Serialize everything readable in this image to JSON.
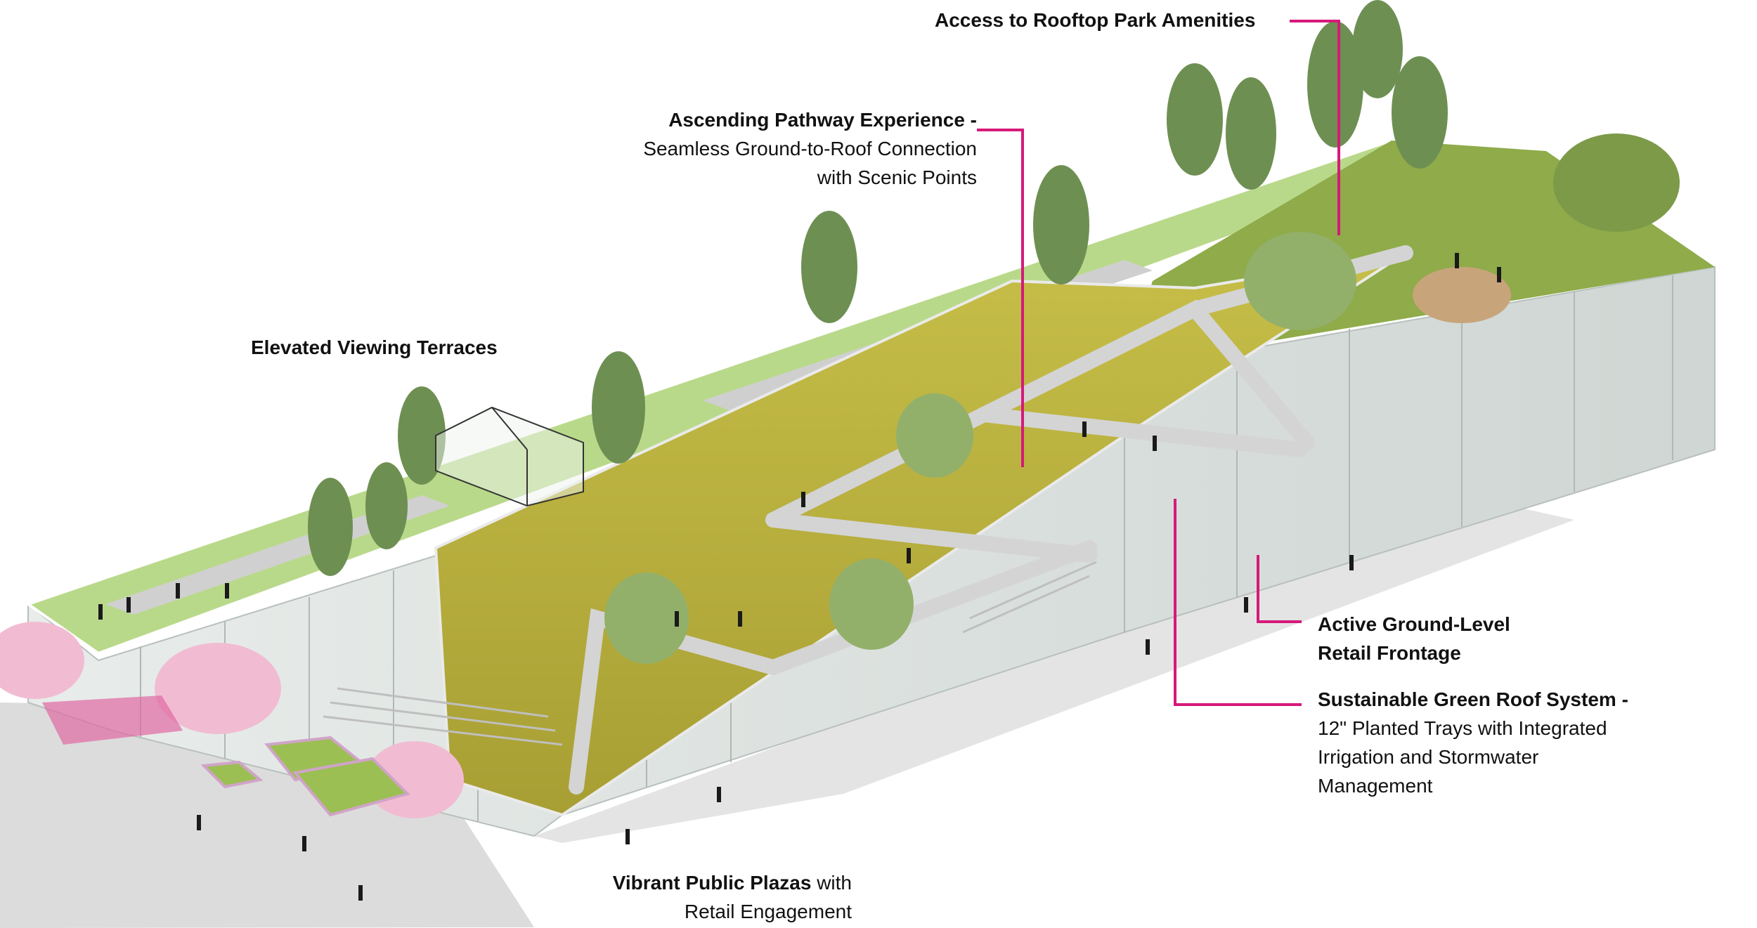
{
  "accent_color": "#d6197a",
  "callouts": {
    "rooftop": {
      "title": "Access to Rooftop Park Amenities"
    },
    "pathway": {
      "title": "Ascending Pathway Experience -",
      "line1": "Seamless Ground-to-Roof Connection",
      "line2": "with Scenic Points"
    },
    "terraces": {
      "title": "Elevated Viewing Terraces"
    },
    "retail": {
      "line1": "Active Ground-Level",
      "line2": "Retail Frontage"
    },
    "green_roof": {
      "title": "Sustainable Green Roof System -",
      "line1": "12\" Planted Trays with Integrated",
      "line2": "Irrigation and Stormwater",
      "line3": "Management"
    },
    "plazas": {
      "title": "Vibrant Public Plazas",
      "title_suffix": " with",
      "line2": "Retail Engagement"
    }
  }
}
